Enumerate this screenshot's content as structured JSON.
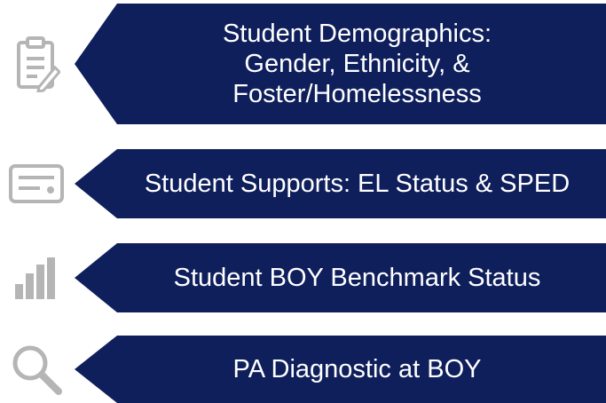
{
  "accent_color": "#0f1f5c",
  "icon_color": "#b5b5b5",
  "items": [
    {
      "icon": "clipboard-icon",
      "label": "Student Demographics:\nGender, Ethnicity, &\nFoster/Homelessness"
    },
    {
      "icon": "id-card-icon",
      "label": "Student Supports: EL Status & SPED"
    },
    {
      "icon": "bar-chart-icon",
      "label": "Student BOY Benchmark Status"
    },
    {
      "icon": "magnifier-icon",
      "label": "PA Diagnostic at BOY"
    }
  ]
}
